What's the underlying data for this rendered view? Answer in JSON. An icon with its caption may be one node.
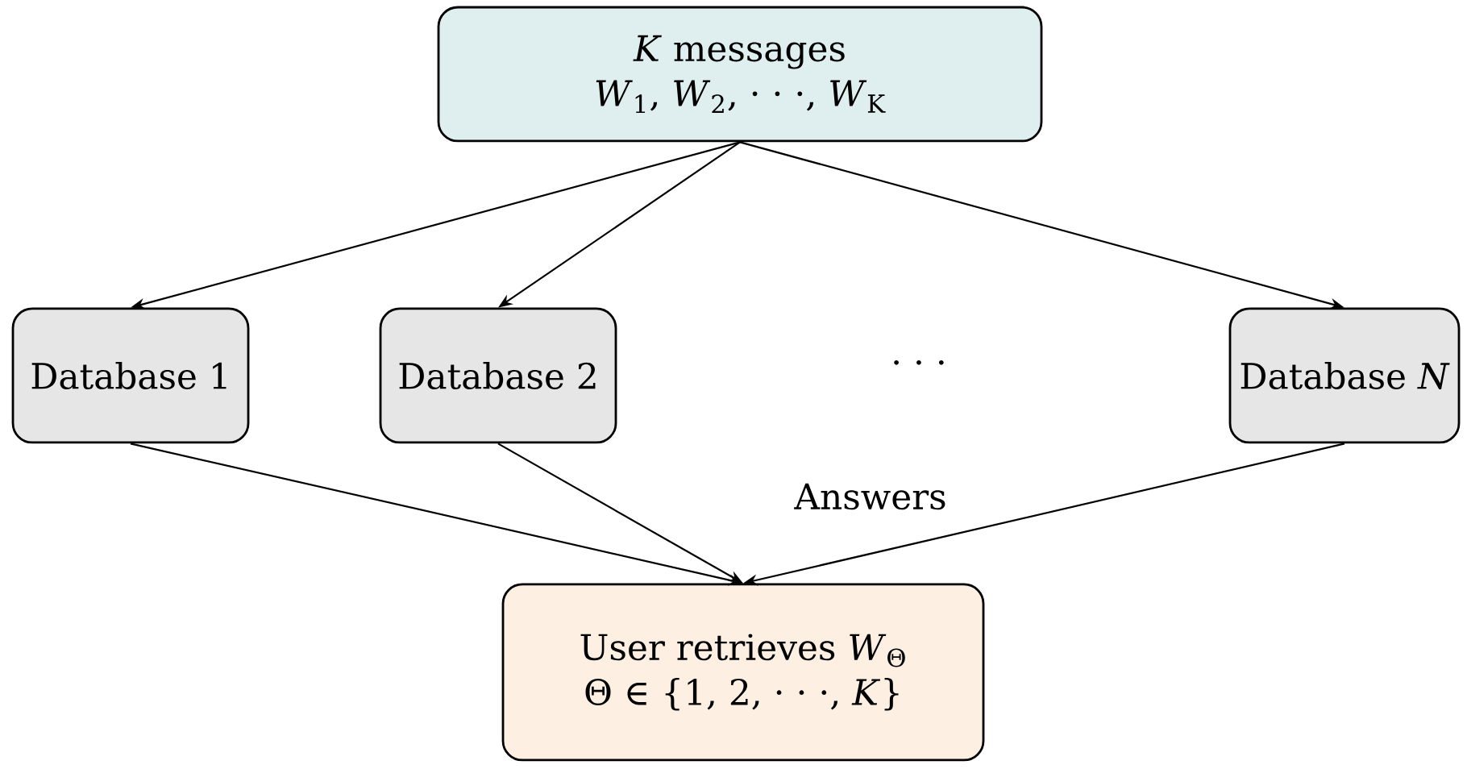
{
  "diagram": {
    "nodes": [
      {
        "text": [
          "*K* messages",
          "*W*$_{1}$, *W*$_{2}$, · · ·, *W*$_{K}$"
        ]
      },
      {
        "text": [
          "Database 1"
        ]
      },
      {
        "text": [
          "Database 2"
        ]
      },
      {
        "text": [
          "Database *N*"
        ]
      },
      {
        "text": [
          "User retrieves *W*$_{Θ}$",
          "Θ ∈ {1, 2, · · ·, *K*}"
        ]
      }
    ],
    "edges": [
      {
        "from": 0,
        "to": 1,
        "arrow": "to"
      },
      {
        "from": 0,
        "to": 2,
        "arrow": "to"
      },
      {
        "from": 0,
        "to": 3,
        "arrow": "to"
      },
      {
        "from": 1,
        "to": 4,
        "arrow": "to"
      },
      {
        "from": 2,
        "to": 4,
        "arrow": "to"
      },
      {
        "from": 3,
        "to": 4,
        "arrow": "to"
      }
    ],
    "labels": [
      "· · ·",
      "Answers"
    ]
  }
}
